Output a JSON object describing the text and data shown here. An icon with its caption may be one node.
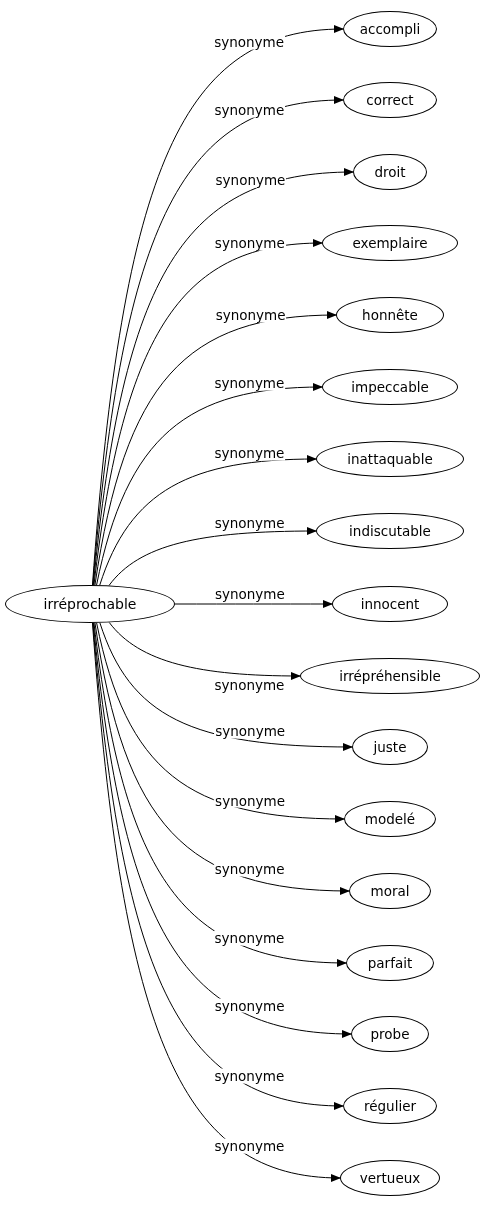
{
  "diagram": {
    "nodes": [
      {
        "text": [
          "irréprochable"
        ]
      },
      {
        "text": [
          "accompli"
        ]
      },
      {
        "text": [
          "correct"
        ]
      },
      {
        "text": [
          "droit"
        ]
      },
      {
        "text": [
          "exemplaire"
        ]
      },
      {
        "text": [
          "honnête"
        ]
      },
      {
        "text": [
          "impeccable"
        ]
      },
      {
        "text": [
          "inattaquable"
        ]
      },
      {
        "text": [
          "indiscutable"
        ]
      },
      {
        "text": [
          "innocent"
        ]
      },
      {
        "text": [
          "irrépréhensible"
        ]
      },
      {
        "text": [
          "juste"
        ]
      },
      {
        "text": [
          "modelé"
        ]
      },
      {
        "text": [
          "moral"
        ]
      },
      {
        "text": [
          "parfait"
        ]
      },
      {
        "text": [
          "probe"
        ]
      },
      {
        "text": [
          "régulier"
        ]
      },
      {
        "text": [
          "vertueux"
        ]
      }
    ],
    "edges": [
      {
        "from": 0,
        "to": 1,
        "arrow": "to",
        "label": "synonyme"
      },
      {
        "from": 0,
        "to": 2,
        "arrow": "to",
        "label": "synonyme"
      },
      {
        "from": 0,
        "to": 3,
        "arrow": "to",
        "label": "synonyme"
      },
      {
        "from": 0,
        "to": 4,
        "arrow": "to",
        "label": "synonyme"
      },
      {
        "from": 0,
        "to": 5,
        "arrow": "to",
        "label": "synonyme"
      },
      {
        "from": 0,
        "to": 6,
        "arrow": "to",
        "label": "synonyme"
      },
      {
        "from": 0,
        "to": 7,
        "arrow": "to",
        "label": "synonyme"
      },
      {
        "from": 0,
        "to": 8,
        "arrow": "to",
        "label": "synonyme"
      },
      {
        "from": 0,
        "to": 9,
        "arrow": "to",
        "label": "synonyme"
      },
      {
        "from": 0,
        "to": 10,
        "arrow": "to",
        "label": "synonyme"
      },
      {
        "from": 0,
        "to": 11,
        "arrow": "to",
        "label": "synonyme"
      },
      {
        "from": 0,
        "to": 12,
        "arrow": "to",
        "label": "synonyme"
      },
      {
        "from": 0,
        "to": 13,
        "arrow": "to",
        "label": "synonyme"
      },
      {
        "from": 0,
        "to": 14,
        "arrow": "to",
        "label": "synonyme"
      },
      {
        "from": 0,
        "to": 15,
        "arrow": "to",
        "label": "synonyme"
      },
      {
        "from": 0,
        "to": 16,
        "arrow": "to",
        "label": "synonyme"
      },
      {
        "from": 0,
        "to": 17,
        "arrow": "to",
        "label": "synonyme"
      }
    ]
  }
}
